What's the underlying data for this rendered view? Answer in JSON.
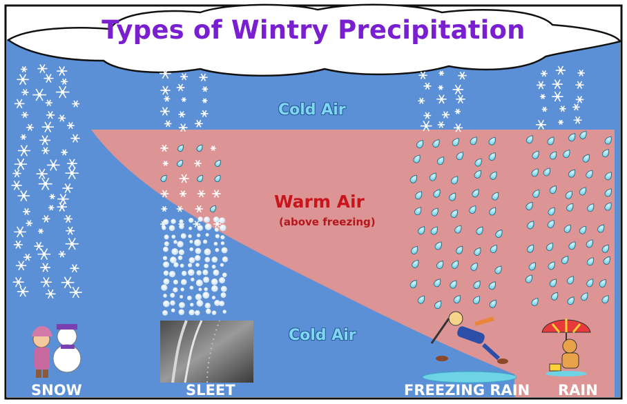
{
  "title": "Types of Wintry Precipitation",
  "labels": {
    "cold_air_top": "Cold Air",
    "warm_air": "Warm Air",
    "warm_air_sub": "(above freezing)",
    "cold_air_bottom": "Cold Air"
  },
  "categories": [
    {
      "id": "snow",
      "label": "SNOW",
      "icon": "snowflake-icon"
    },
    {
      "id": "sleet",
      "label": "SLEET",
      "icon": "ice-pellet-icon"
    },
    {
      "id": "freezing_rain",
      "label": "FREEZING RAIN",
      "icon": "raindrop-icon"
    },
    {
      "id": "rain",
      "label": "RAIN",
      "icon": "raindrop-icon"
    }
  ],
  "colors": {
    "title": "#7a1fd0",
    "cold_air": "#5b8fd6",
    "warm_air": "#dd9494",
    "warm_text": "#c8151b",
    "cold_text": "#7fd7f2",
    "raindrop": "#6fd3e6",
    "bottom_label": "#ffffff"
  }
}
